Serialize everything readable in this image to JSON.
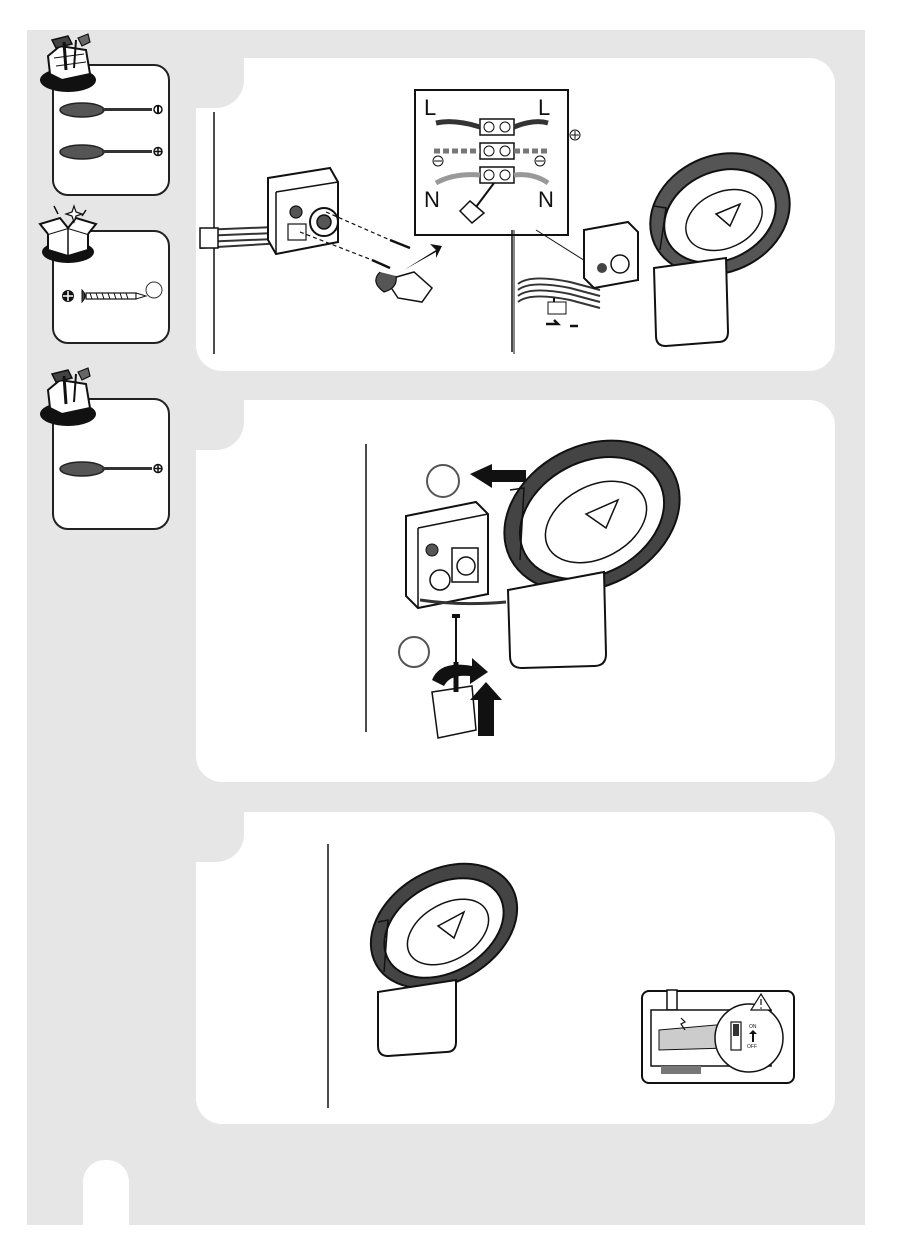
{
  "step1": {
    "wiring": {
      "live_left": "L",
      "live_right": "L",
      "neutral_left": "N",
      "neutral_right": "N"
    }
  },
  "step3": {
    "switch": {
      "on_label": "ON",
      "off_label": "OFF"
    }
  },
  "colors": {
    "background": "#e6e6e6",
    "panel": "#ffffff",
    "line": "#1a1a1a",
    "dark_fill": "#3a3a3a"
  },
  "icons": [
    "toolbox-icon",
    "flathead-screwdriver-icon",
    "phillips-screwdriver-icon",
    "open-box-icon",
    "screw-icon",
    "earth-ground-icon",
    "warning-icon"
  ]
}
